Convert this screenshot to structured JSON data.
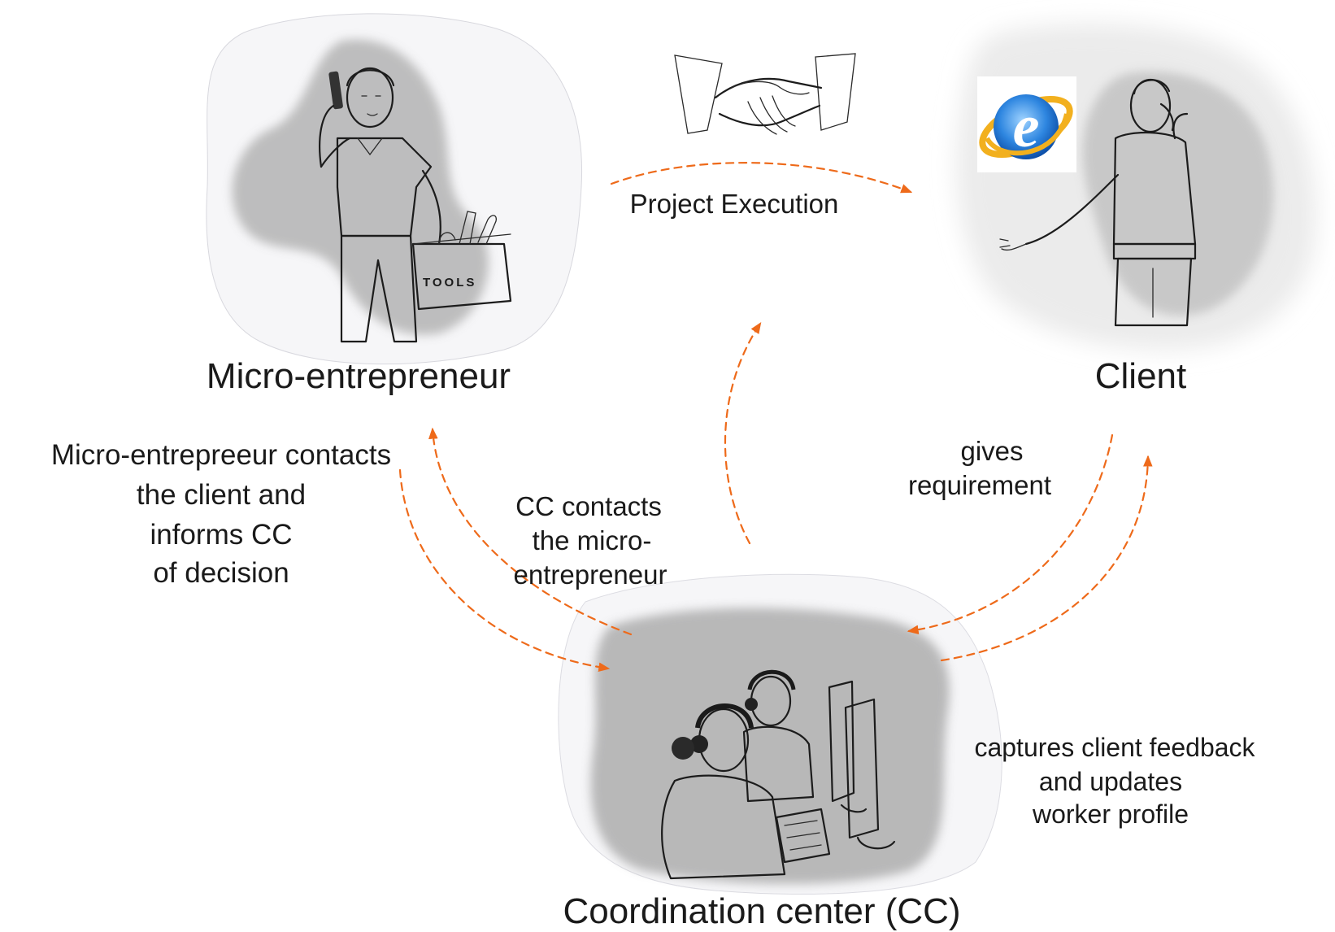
{
  "nodes": {
    "micro_entrepreneur": {
      "title": "Micro-entrepreneur",
      "tools_label": "TOOLS"
    },
    "client": {
      "title": "Client"
    },
    "coordination_center": {
      "title": "Coordination center (CC)"
    }
  },
  "edges": {
    "project_execution": "Project Execution",
    "gives_requirement": [
      "gives",
      "requirement"
    ],
    "cc_contacts": [
      "CC contacts",
      "the micro-",
      "entrepreneur"
    ],
    "micro_contacts_client": [
      "Micro-entrepreeur contacts",
      "the client and",
      "informs CC",
      "of decision"
    ],
    "captures_feedback": [
      "captures client feedback",
      "and updates",
      "worker profile"
    ]
  },
  "colors": {
    "arrow": "#ee6a1a",
    "text": "#1a1a1a",
    "wash": "#b8b8b8",
    "ie_blue": "#1b6fcf",
    "ie_gold": "#f2b01e"
  },
  "icons": {
    "handshake": "handshake-icon",
    "browser": "internet-explorer-icon"
  }
}
